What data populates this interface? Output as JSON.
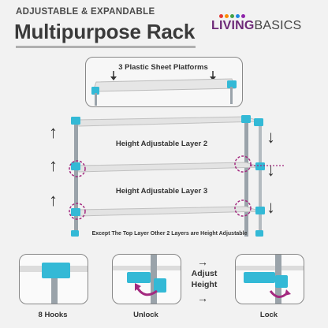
{
  "header": {
    "subtitle": "ADJUSTABLE & EXPANDABLE",
    "title": "Multipurpose Rack"
  },
  "brand": {
    "name_main": "LIVING",
    "name_secondary": "BASICS",
    "dot_colors": [
      "#e53935",
      "#fb8c00",
      "#43a047",
      "#1e88e5",
      "#8e24aa"
    ]
  },
  "top_section": {
    "label": "3 Plastic Sheet Platforms"
  },
  "layers": {
    "layer2_label": "Height Adjustable Layer 2",
    "layer3_label": "Height Adjustable Layer 3"
  },
  "note": "Except The Top Layer Other 2 Layers are Height Adjustable",
  "bottom": {
    "hooks_label": "8 Hooks",
    "unlock_label": "Unlock",
    "adjust_line1": "Adjust",
    "adjust_line2": "Height",
    "lock_label": "Lock"
  },
  "colors": {
    "accent_cyan": "#33b9d6",
    "accent_magenta": "#a3297f",
    "steel": "#9aa3aa",
    "shelf": "#dcdcdc"
  }
}
